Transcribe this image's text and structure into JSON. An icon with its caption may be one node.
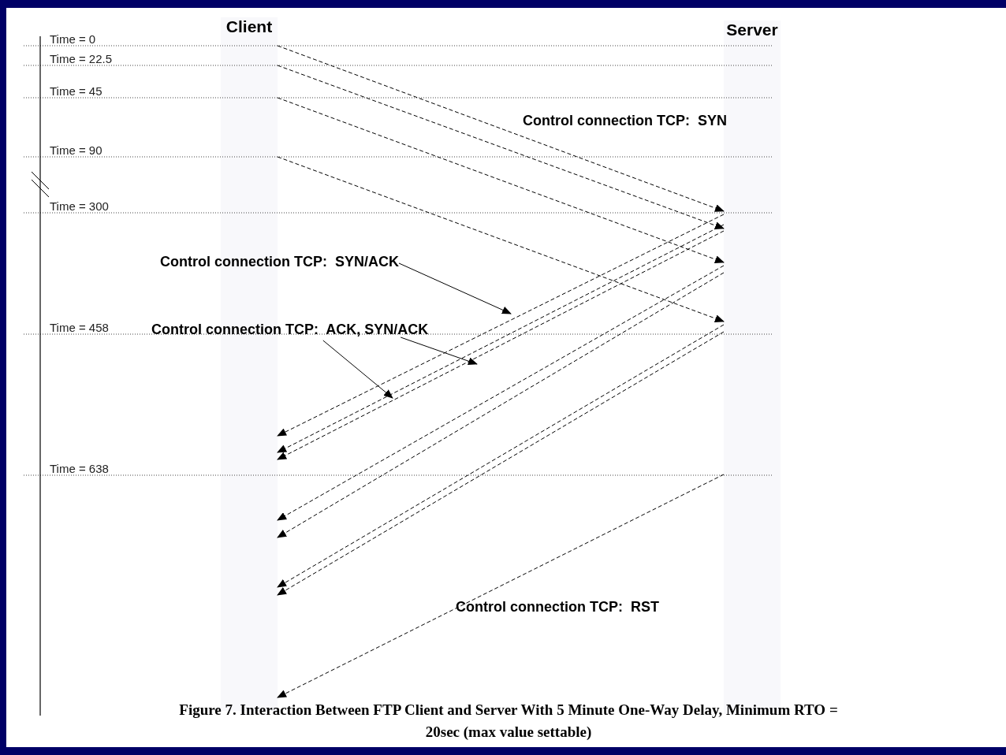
{
  "diagram": {
    "caption": "Figure 7. Interaction Between FTP Client and Server With 5 Minute One-Way Delay, Minimum RTO = 20sec (max value settable)",
    "nodes": [
      {
        "text": [
          "Client"
        ]
      },
      {
        "text": [
          "Server"
        ]
      },
      {
        "text": [
          "Control connection TCP:  SYN/ACK"
        ]
      },
      {
        "text": [
          "Control connection TCP:  ACK, SYN/ACK"
        ]
      }
    ],
    "edges": [
      {
        "from": 0,
        "to": 1,
        "arrow": "to",
        "style": "dashed"
      },
      {
        "from": 0,
        "to": 1,
        "arrow": "to",
        "style": "dashed"
      },
      {
        "from": 0,
        "to": 1,
        "arrow": "to",
        "style": "dashed"
      },
      {
        "from": 0,
        "to": 1,
        "arrow": "to",
        "style": "dashed"
      },
      {
        "from": 1,
        "to": 0,
        "arrow": "to",
        "style": "dashed"
      },
      {
        "from": 1,
        "to": 0,
        "arrow": "to",
        "style": "dashed"
      },
      {
        "from": 1,
        "to": 0,
        "arrow": "to",
        "style": "dashed"
      },
      {
        "from": 1,
        "to": 0,
        "arrow": "to",
        "style": "dashed"
      },
      {
        "from": 1,
        "to": 0,
        "arrow": "to",
        "style": "dashed"
      },
      {
        "from": 1,
        "to": 0,
        "arrow": "to",
        "style": "dashed"
      },
      {
        "from": 1,
        "to": 0,
        "arrow": "to",
        "style": "dashed"
      },
      {
        "from": 1,
        "to": 0,
        "arrow": "to",
        "style": "dashed"
      },
      {
        "from": 2,
        "to": null,
        "arrow": "to"
      },
      {
        "from": 3,
        "to": null,
        "arrow": "to"
      },
      {
        "from": 3,
        "to": null,
        "arrow": "to"
      }
    ],
    "labels": [
      "Time = 0",
      "Time = 22.5",
      "Time = 45",
      "Control connection TCP:  SYN",
      "Time = 90",
      "Time = 300",
      "Time = 458",
      "Time = 638",
      "Control connection TCP:  RST"
    ]
  }
}
